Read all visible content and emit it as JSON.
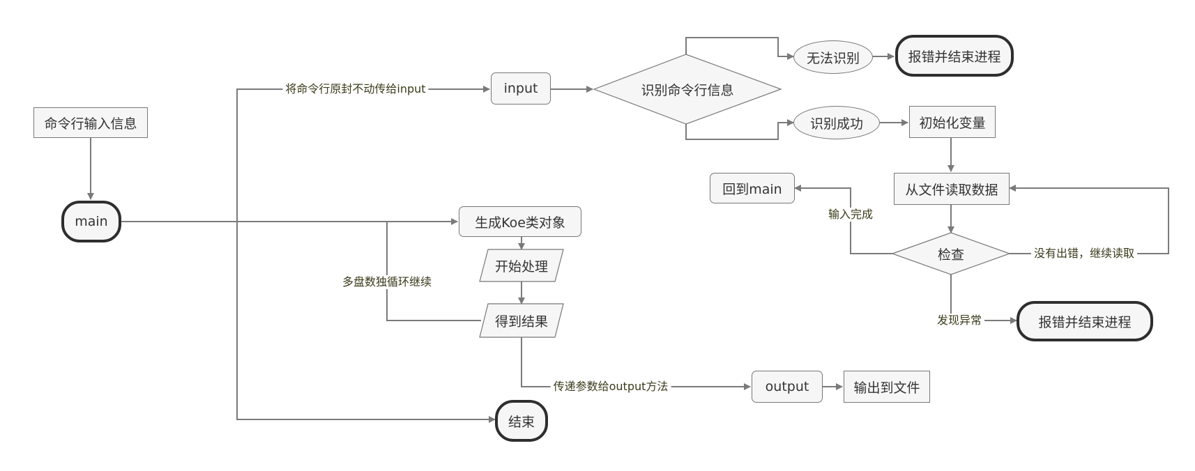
{
  "nodes": {
    "cmd_input": "命令行输入信息",
    "main": "main",
    "input": "input",
    "recognize": "识别命令行信息",
    "fail_recognize": "无法识别",
    "error_end_1": "报错并结束进程",
    "recognize_ok": "识别成功",
    "init_vars": "初始化变量",
    "read_file": "从文件读取数据",
    "back_main": "回到main",
    "check": "检查",
    "error_end_2": "报错并结束进程",
    "create_obj": "生成Koe类对象",
    "start_process": "开始处理",
    "get_result": "得到结果",
    "output": "output",
    "write_file": "输出到文件",
    "end": "结束"
  },
  "edge_labels": {
    "to_input": "将命令行原封不动传给input",
    "multi_loop": "多盘数独循环继续",
    "input_done": "输入完成",
    "no_error": "没有出错，继续读取",
    "found_error": "发现异常",
    "pass_params": "传递参数给output方法"
  },
  "colors": {
    "line": "#7a7a7a",
    "node_fill": "#f6f6f6",
    "terminal_border": "#2e2e2e"
  }
}
